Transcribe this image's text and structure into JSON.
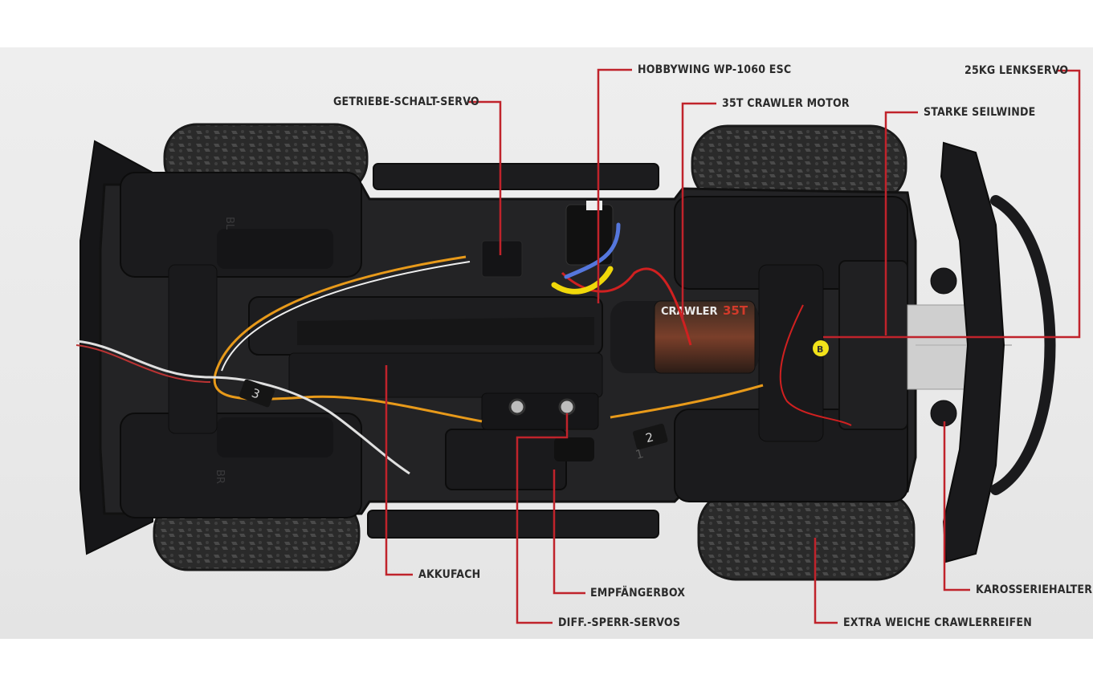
{
  "labels": {
    "hobbywing_esc": "HOBBYWING WP-1060 ESC",
    "steering_servo": "25KG LENKSERVO",
    "gear_servo": "GETRIEBE-SCHALT-SERVO",
    "motor": "35T CRAWLER MOTOR",
    "winch": "STARKE SEILWINDE",
    "battery": "AKKUFACH",
    "receiver": "EMPFÄNGERBOX",
    "diff_servos": "DIFF.-SPERR-SERVOS",
    "tires": "EXTRA WEICHE CRAWLERREIFEN",
    "body_mount": "KAROSSERIEHALTER"
  },
  "printed_marks": {
    "motor_brand": "CRAWLER",
    "motor_turns": "35T",
    "tag_b": "B",
    "plug_3": "3",
    "plug_2": "2",
    "plug_1": "1",
    "mark_bl": "BL",
    "mark_br": "BR"
  },
  "colors": {
    "leader_line": "#c0232b",
    "label_text": "#2b2b2b",
    "chassis": "#1e1e20",
    "background": "#ebebeb"
  }
}
